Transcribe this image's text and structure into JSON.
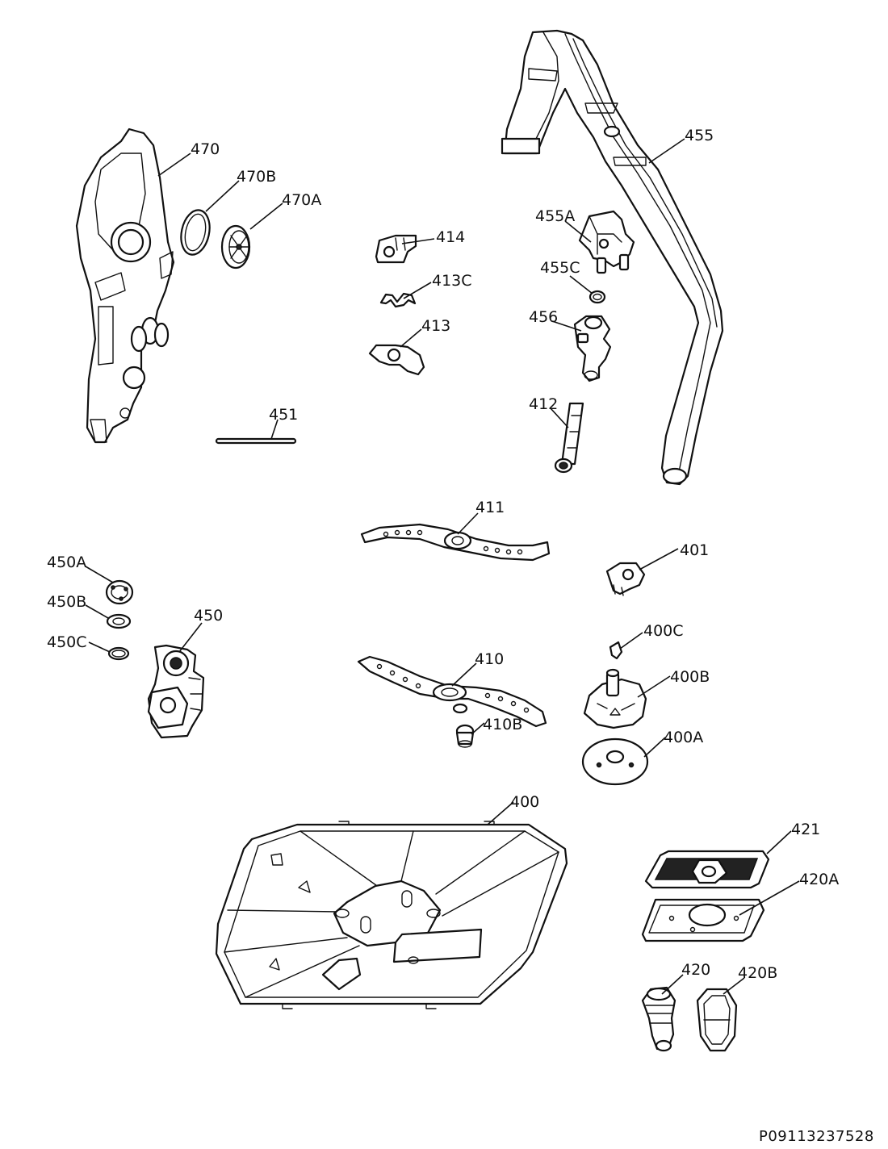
{
  "diagram": {
    "document_id": "P09113237528",
    "callouts": {
      "p470": "470",
      "p470B": "470B",
      "p470A": "470A",
      "p451": "451",
      "p414": "414",
      "p413C": "413C",
      "p413": "413",
      "p455": "455",
      "p455A": "455A",
      "p455C": "455C",
      "p456": "456",
      "p412": "412",
      "p411": "411",
      "p401": "401",
      "p450A": "450A",
      "p450B": "450B",
      "p450C": "450C",
      "p450": "450",
      "p410": "410",
      "p410B": "410B",
      "p400C": "400C",
      "p400B": "400B",
      "p400A": "400A",
      "p400": "400",
      "p421": "421",
      "p420A": "420A",
      "p420": "420",
      "p420B": "420B"
    }
  }
}
